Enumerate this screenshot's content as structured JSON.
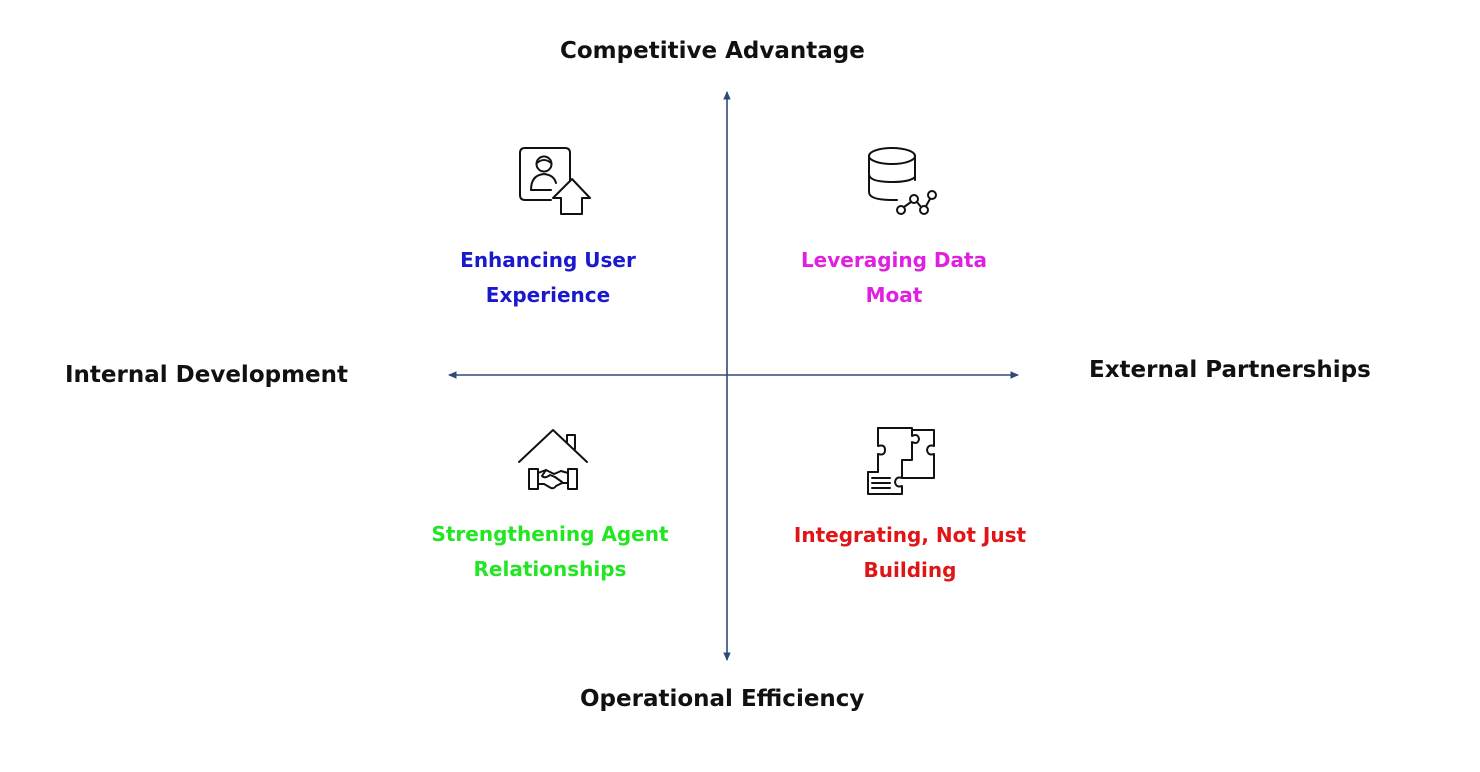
{
  "axes": {
    "top": "Competitive Advantage",
    "bottom": "Operational Efficiency",
    "left": "Internal Development",
    "right": "External Partnerships",
    "axis_color": "#2f4a78"
  },
  "quadrants": {
    "top_left": {
      "line1": "Enhancing User",
      "line2": "Experience",
      "color": "#1a1acc",
      "icon": "user-upgrade-icon"
    },
    "top_right": {
      "line1": "Leveraging Data",
      "line2": "Moat",
      "color": "#e020e0",
      "icon": "database-network-icon"
    },
    "bottom_left": {
      "line1": "Strengthening Agent",
      "line2": "Relationships",
      "color": "#22e622",
      "icon": "house-handshake-icon"
    },
    "bottom_right": {
      "line1": "Integrating, Not Just",
      "line2": "Building",
      "color": "#e01515",
      "icon": "puzzle-integration-icon"
    }
  }
}
